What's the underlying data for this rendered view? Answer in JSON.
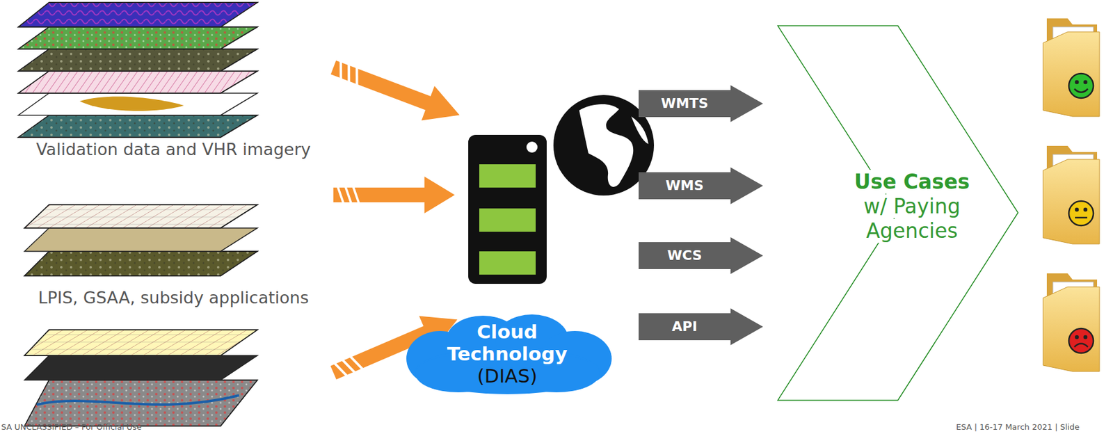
{
  "diagram": {
    "nodes": [
      {
        "text": [
          "Cloud Technology",
          "(DIAS)"
        ]
      },
      {
        "text": [
          "WMTS"
        ]
      },
      {
        "text": [
          "WMS"
        ]
      },
      {
        "text": [
          "WCS"
        ]
      },
      {
        "text": [
          "API"
        ]
      },
      {
        "text": [
          "Use Cases",
          "w/ Paying Agencies"
        ]
      }
    ],
    "labels": [
      "Validation data and VHR imagery",
      "LPIS, GSAA, subsidy applications",
      "SA UNCLASSIFIED – For Official Use",
      "ESA | 16-17 March 2021 | Slide"
    ]
  }
}
